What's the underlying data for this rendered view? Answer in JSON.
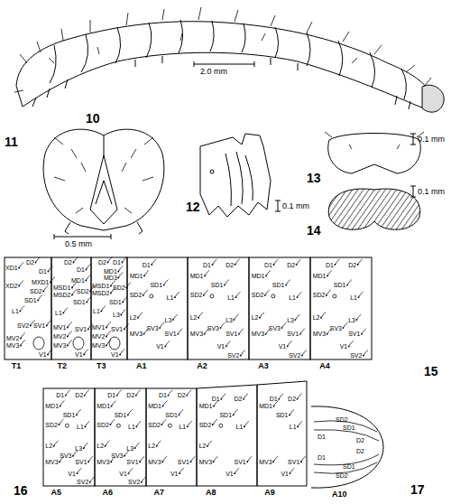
{
  "diagram": {
    "labels": [
      "10",
      "2.0 mm",
      "11",
      "0.5 mm",
      "12",
      "0.1 mm",
      "13",
      "0.1 mm",
      "14",
      "0.1 mm",
      "XD1",
      "D2",
      "D1",
      "MXD1",
      "XD2",
      "SD2",
      "SD1",
      "L1",
      "SV2",
      "SV1",
      "MV2",
      "MV3",
      "V1",
      "T1",
      "D2",
      "D1",
      "MD1",
      "MSD1",
      "MSD2",
      "SD2",
      "SD1",
      "L1",
      "MV1",
      "SV1",
      "MV2",
      "MV3",
      "V1",
      "T2",
      "D2",
      "D1",
      "MD1",
      "MD3",
      "MSD1",
      "MSD2",
      "SD2",
      "SD1",
      "L1",
      "L3",
      "MV1",
      "SV1",
      "MV2",
      "MV3",
      "V1",
      "T3",
      "D1",
      "MD1",
      "SD1",
      "SD2",
      "L1",
      "L2",
      "L3",
      "MV3",
      "SV3",
      "SV1",
      "V1",
      "A1",
      "D1",
      "D2",
      "MD1",
      "SD1",
      "SD2",
      "L1",
      "L2",
      "L3",
      "MV3",
      "SV3",
      "SV1",
      "V1",
      "SV2",
      "A2",
      "D1",
      "D2",
      "MD1",
      "SD1",
      "SD2",
      "L1",
      "L2",
      "L3",
      "MV3",
      "SV3",
      "SV1",
      "V1",
      "SV2",
      "A3",
      "D1",
      "D2",
      "MD1",
      "SD1",
      "SD2",
      "L1",
      "L2",
      "L3",
      "MV3",
      "SV3",
      "SV1",
      "V1",
      "SV2",
      "A4",
      "15",
      "D1",
      "D2",
      "MD1",
      "SD1",
      "SD2",
      "L1",
      "L2",
      "L3",
      "MV3",
      "SV3",
      "SV1",
      "V1",
      "SV2",
      "A5",
      "D1",
      "D2",
      "MD1",
      "SD1",
      "SD2",
      "L1",
      "L2",
      "L3",
      "MV3",
      "SV3",
      "SV1",
      "V1",
      "SV2",
      "A6",
      "D1",
      "D2",
      "MD1",
      "SD1",
      "SD2",
      "L1",
      "L2",
      "MV3",
      "SV1",
      "V1",
      "A7",
      "D1",
      "D2",
      "MD1",
      "SD1",
      "SD2",
      "L1",
      "L2",
      "MV3",
      "SV1",
      "V1",
      "A8",
      "D1",
      "D2",
      "MD1",
      "SD1",
      "L1",
      "MV3",
      "SV1",
      "V1",
      "A9",
      "16",
      "SD2",
      "SD1",
      "D1",
      "D2",
      "D2",
      "D1",
      "SD1",
      "SD2",
      "A10",
      "17"
    ]
  }
}
